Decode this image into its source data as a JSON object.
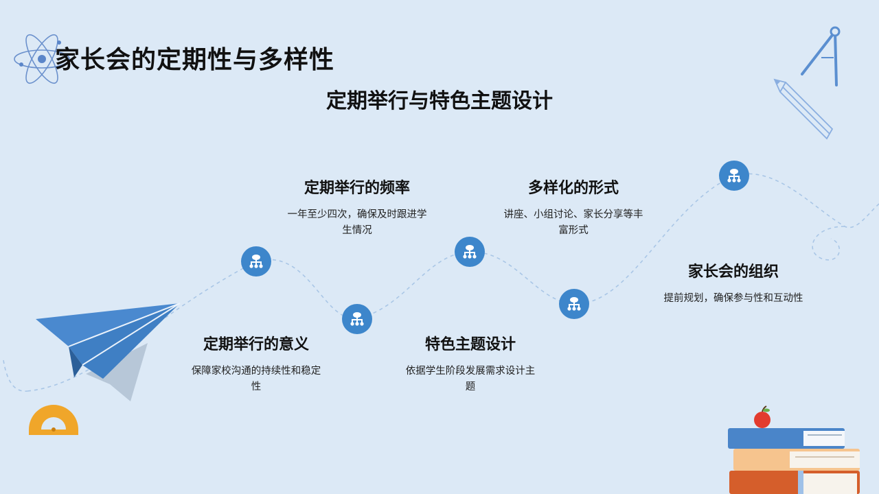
{
  "header": {
    "title": "家长会的定期性与多样性",
    "subtitle": "定期举行与特色主题设计"
  },
  "items": [
    {
      "title": "定期举行的意义",
      "desc": "保障家校沟通的持续性和稳定性",
      "icon": "hierarchy-icon"
    },
    {
      "title": "定期举行的频率",
      "desc": "一年至少四次，确保及时跟进学生情况",
      "icon": "hierarchy-icon"
    },
    {
      "title": "特色主题设计",
      "desc": "依据学生阶段发展需求设计主题",
      "icon": "hierarchy-icon"
    },
    {
      "title": "多样化的形式",
      "desc": "讲座、小组讨论、家长分享等丰富形式",
      "icon": "hierarchy-icon"
    },
    {
      "title": "家长会的组织",
      "desc": "提前规划，确保参与性和互动性",
      "icon": "hierarchy-icon"
    }
  ],
  "colors": {
    "background": "#dce9f6",
    "accent": "#3d86cb",
    "path": "#a9c6e6"
  }
}
